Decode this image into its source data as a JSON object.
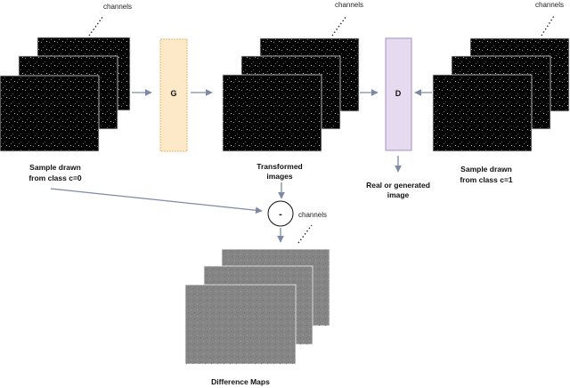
{
  "labels": {
    "input_sample": [
      "Sample drawn",
      "from class c=0"
    ],
    "transformed": [
      "Transformed",
      "images"
    ],
    "real_sample": [
      "Sample drawn",
      "from class c=1"
    ],
    "discriminator_output": [
      "Real or generated",
      "image"
    ],
    "difference_maps": "Difference Maps",
    "channels": "channels"
  },
  "blocks": {
    "generator": {
      "symbol": "G",
      "fill": "#fde9c8",
      "stroke": "#e7b969"
    },
    "discriminator": {
      "symbol": "D",
      "fill": "#e6daf0",
      "stroke": "#a38fbf"
    },
    "subtract": {
      "symbol": "-"
    }
  },
  "colors": {
    "arrow": "#7d8aa6"
  }
}
